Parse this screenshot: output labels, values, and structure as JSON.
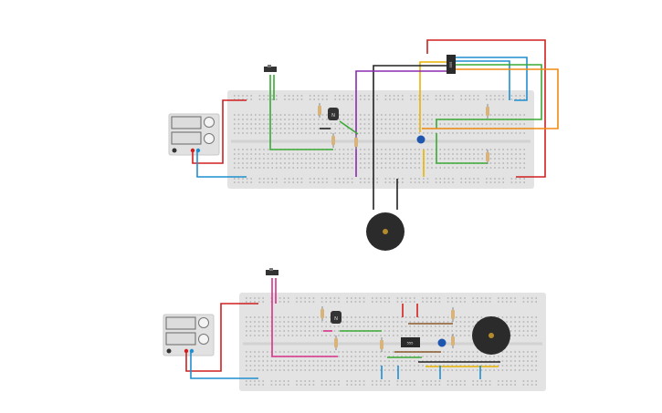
{
  "canvas": {
    "background": "#ffffff"
  },
  "colors": {
    "breadboard": "#e3e3e3",
    "hole": "#b5b5b5",
    "wire_red": "#d02020",
    "wire_blue": "#1f8fd0",
    "wire_green": "#3aaa35",
    "wire_yellow": "#e8b400",
    "wire_orange": "#f08a10",
    "wire_purple": "#8a2bb0",
    "wire_black": "#222222",
    "wire_pink": "#d8338a",
    "wire_brown": "#8b5a2b",
    "buzzer": "#2b2b2b",
    "buzzer_center": "#b58a2a",
    "led_blue": "#1f57b0"
  },
  "circuits": [
    {
      "name": "circuit-top",
      "power_supply": {
        "icon": "power-supply-icon"
      },
      "components": {
        "ic_label": "555",
        "transistor_label": "N",
        "buzzer_icon": "piezo-buzzer-icon",
        "switch_icon": "slide-switch-icon",
        "led_icon": "led-icon"
      }
    },
    {
      "name": "circuit-bottom",
      "power_supply": {
        "icon": "power-supply-icon"
      },
      "components": {
        "ic_label": "555",
        "transistor_label": "N",
        "buzzer_icon": "piezo-buzzer-icon",
        "switch_icon": "slide-switch-icon",
        "led_icon": "led-icon"
      }
    }
  ]
}
